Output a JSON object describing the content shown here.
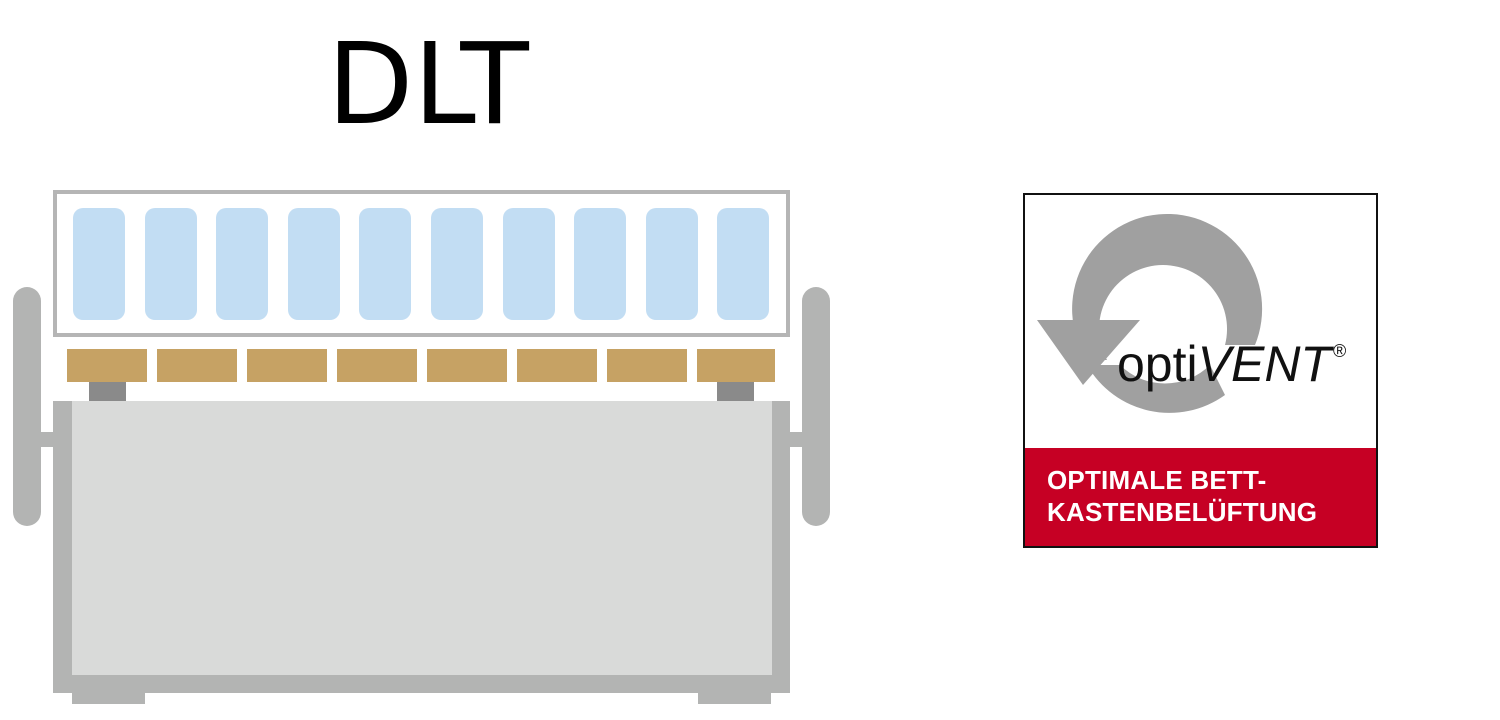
{
  "title": "DLT",
  "diagram": {
    "mattress_cells": 10,
    "slats": 8,
    "colors": {
      "mattress_cell": "#c2ddf3",
      "frame": "#b5b5b5",
      "slat": "#c6a264",
      "support": "#8a8a8a",
      "box": "#b3b4b3",
      "box_inner": "#d9dad9"
    }
  },
  "logo": {
    "brand_prefix": "opti",
    "brand_suffix": "VENT",
    "registered_mark": "®",
    "caption_line1": "OPTIMALE BETT-",
    "caption_line2": "KASTENBELÜFTUNG",
    "icon": "circular-arrow-icon",
    "colors": {
      "band": "#c60024",
      "arrow": "#a0a0a0"
    }
  }
}
